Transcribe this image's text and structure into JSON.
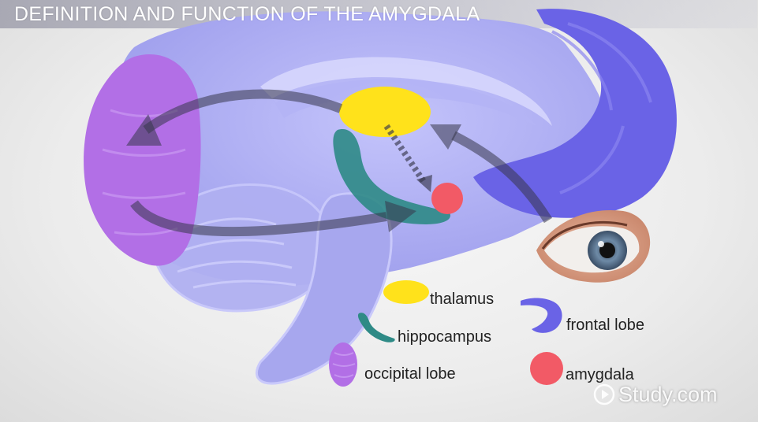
{
  "title": "DEFINITION AND FUNCTION OF THE AMYGDALA",
  "legend": {
    "thalamus": "thalamus",
    "hippocampus": "hippocampus",
    "occipital_lobe": "occipital lobe",
    "frontal_lobe": "frontal lobe",
    "amygdala": "amygdala"
  },
  "watermark": "Study.com",
  "colors": {
    "brain": "#a9a9f2",
    "frontal_lobe": "#6a63e6",
    "occipital_lobe": "#b26fe6",
    "thalamus": "#ffe21b",
    "hippocampus": "#2e8a86",
    "amygdala": "#f25a66",
    "arrow": "#3c3c50"
  }
}
